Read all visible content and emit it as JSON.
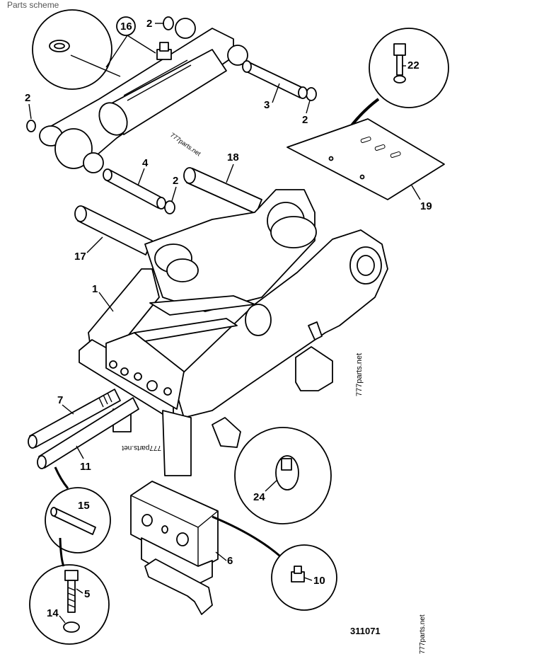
{
  "header": {
    "title": "Parts scheme"
  },
  "drawing": {
    "code": "311071",
    "watermarks": [
      "777parts.net",
      "777parts.net",
      "777parts.net",
      "777parts.net"
    ],
    "callouts": [
      "16",
      "2",
      "2",
      "3",
      "2",
      "4",
      "2",
      "18",
      "22",
      "19",
      "17",
      "1",
      "7",
      "11",
      "24",
      "15",
      "5",
      "14",
      "6",
      "10"
    ]
  }
}
